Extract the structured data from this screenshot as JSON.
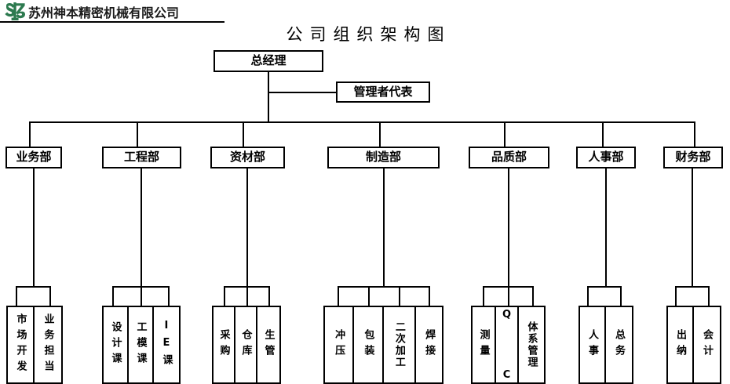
{
  "header": {
    "logo_name": "company-logo",
    "logo_color": "#2d7a4f",
    "company_name": "苏州神本精密机械有限公司"
  },
  "title": "公司组织架构图",
  "chart_data": {
    "type": "diagram",
    "top": {
      "label": "总经理"
    },
    "staff": {
      "label": "管理者代表"
    },
    "departments": [
      {
        "label": "业务部",
        "children": [
          {
            "label": "市场开发"
          },
          {
            "label": "业务担当"
          }
        ]
      },
      {
        "label": "工程部",
        "children": [
          {
            "label": "设计课"
          },
          {
            "label": "工模课"
          },
          {
            "label": "IE课",
            "latin": "IE"
          }
        ]
      },
      {
        "label": "资材部",
        "children": [
          {
            "label": "采购"
          },
          {
            "label": "仓库"
          },
          {
            "label": "生管"
          }
        ]
      },
      {
        "label": "制造部",
        "children": [
          {
            "label": "冲压"
          },
          {
            "label": "包装"
          },
          {
            "label": "二次加工"
          },
          {
            "label": "焊接"
          }
        ]
      },
      {
        "label": "品质部",
        "children": [
          {
            "label": "测量"
          },
          {
            "label": "QC",
            "latin": "QC"
          },
          {
            "label": "体系管理"
          }
        ]
      },
      {
        "label": "人事部",
        "children": [
          {
            "label": "人事"
          },
          {
            "label": "总务"
          }
        ]
      },
      {
        "label": "财务部",
        "children": [
          {
            "label": "出纳"
          },
          {
            "label": "会计"
          }
        ]
      }
    ]
  }
}
